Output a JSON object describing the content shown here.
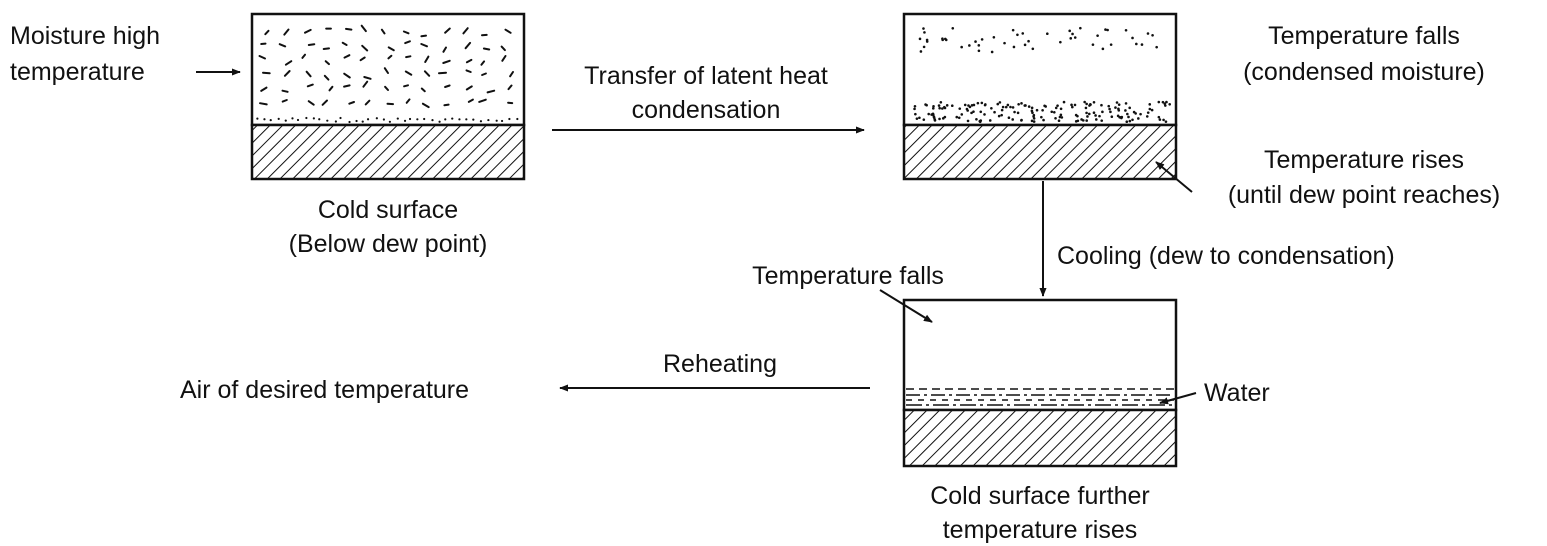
{
  "labels": {
    "moisture_line1": "Moisture high",
    "moisture_line2": "temperature",
    "transfer_line1": "Transfer of latent heat",
    "transfer_line2": "condensation",
    "cold_surface_line1": "Cold surface",
    "cold_surface_line2": "(Below dew point)",
    "temp_falls_top_line1": "Temperature falls",
    "temp_falls_top_line2": "(condensed moisture)",
    "temp_rises_line1": "Temperature rises",
    "temp_rises_line2": "(until dew point reaches)",
    "cooling": "Cooling (dew to condensation)",
    "temp_falls_bottom": "Temperature falls",
    "reheating": "Reheating",
    "air_desired": "Air of desired temperature",
    "water": "Water",
    "cold_further_line1": "Cold surface further",
    "cold_further_line2": "temperature rises"
  }
}
